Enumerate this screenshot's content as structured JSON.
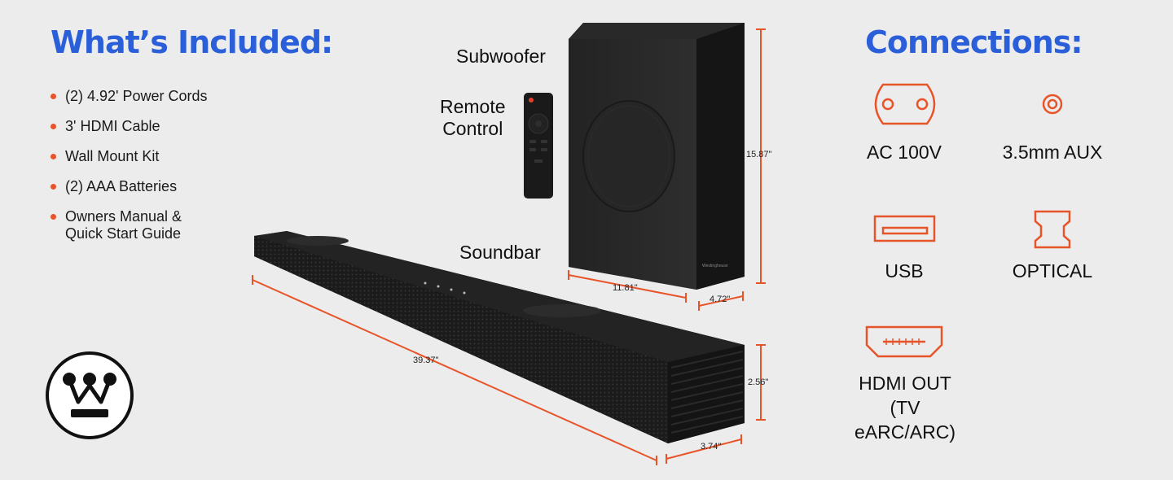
{
  "included": {
    "title": "What’s Included:",
    "items": [
      "(2) 4.92' Power Cords",
      "3' HDMI Cable",
      "Wall Mount Kit",
      "(2) AAA Batteries",
      "Owners Manual &\nQuick Start Guide"
    ]
  },
  "products": {
    "subwoofer_label": "Subwoofer",
    "remote_label": "Remote\nControl",
    "soundbar_label": "Soundbar"
  },
  "dimensions": {
    "sub_height": "15.87\"",
    "sub_width": "11.81\"",
    "sub_depth": "4.72\"",
    "bar_width": "39.37\"",
    "bar_height": "2.56\"",
    "bar_depth": "3.74\""
  },
  "connections": {
    "title": "Connections:",
    "ac": "AC 100V",
    "aux": "3.5mm AUX",
    "usb": "USB",
    "optical": "OPTICAL",
    "hdmi": "HDMI OUT\n(TV eARC/ARC)"
  },
  "colors": {
    "heading_blue": "#2b5fd9",
    "accent_orange": "#e8542a",
    "background": "#ececec"
  },
  "brand": {
    "logo_icon": "westinghouse-logo-icon"
  }
}
